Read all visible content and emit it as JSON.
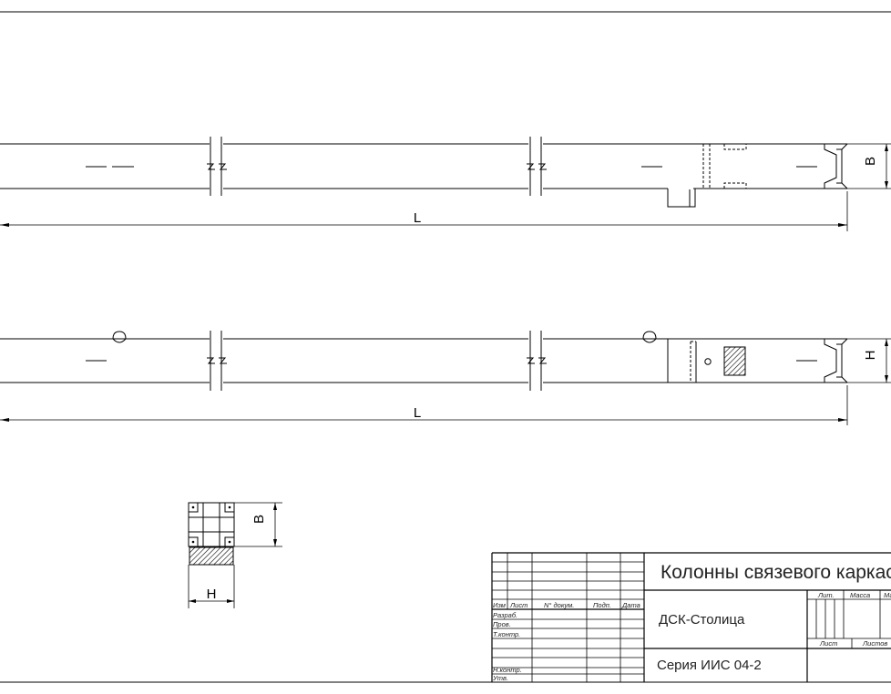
{
  "dimensions": {
    "length_label": "L",
    "width_label": "B",
    "height_label": "H"
  },
  "title_block": {
    "title": "Колонны связевого каркаса",
    "organization": "ДСК-Столица",
    "series": "Серия ИИС 04-2",
    "col_headers": [
      "Изм",
      "Лист",
      "N° докум.",
      "Подп.",
      "Дата"
    ],
    "row_labels": [
      "Разраб.",
      "Пров.",
      "Т.контр.",
      "Н.контр.",
      "Утв."
    ],
    "stage_headers": [
      "Лит.",
      "Масса",
      "Масштаб"
    ],
    "sheet_label": "Лист",
    "sheets_label": "Листов"
  }
}
